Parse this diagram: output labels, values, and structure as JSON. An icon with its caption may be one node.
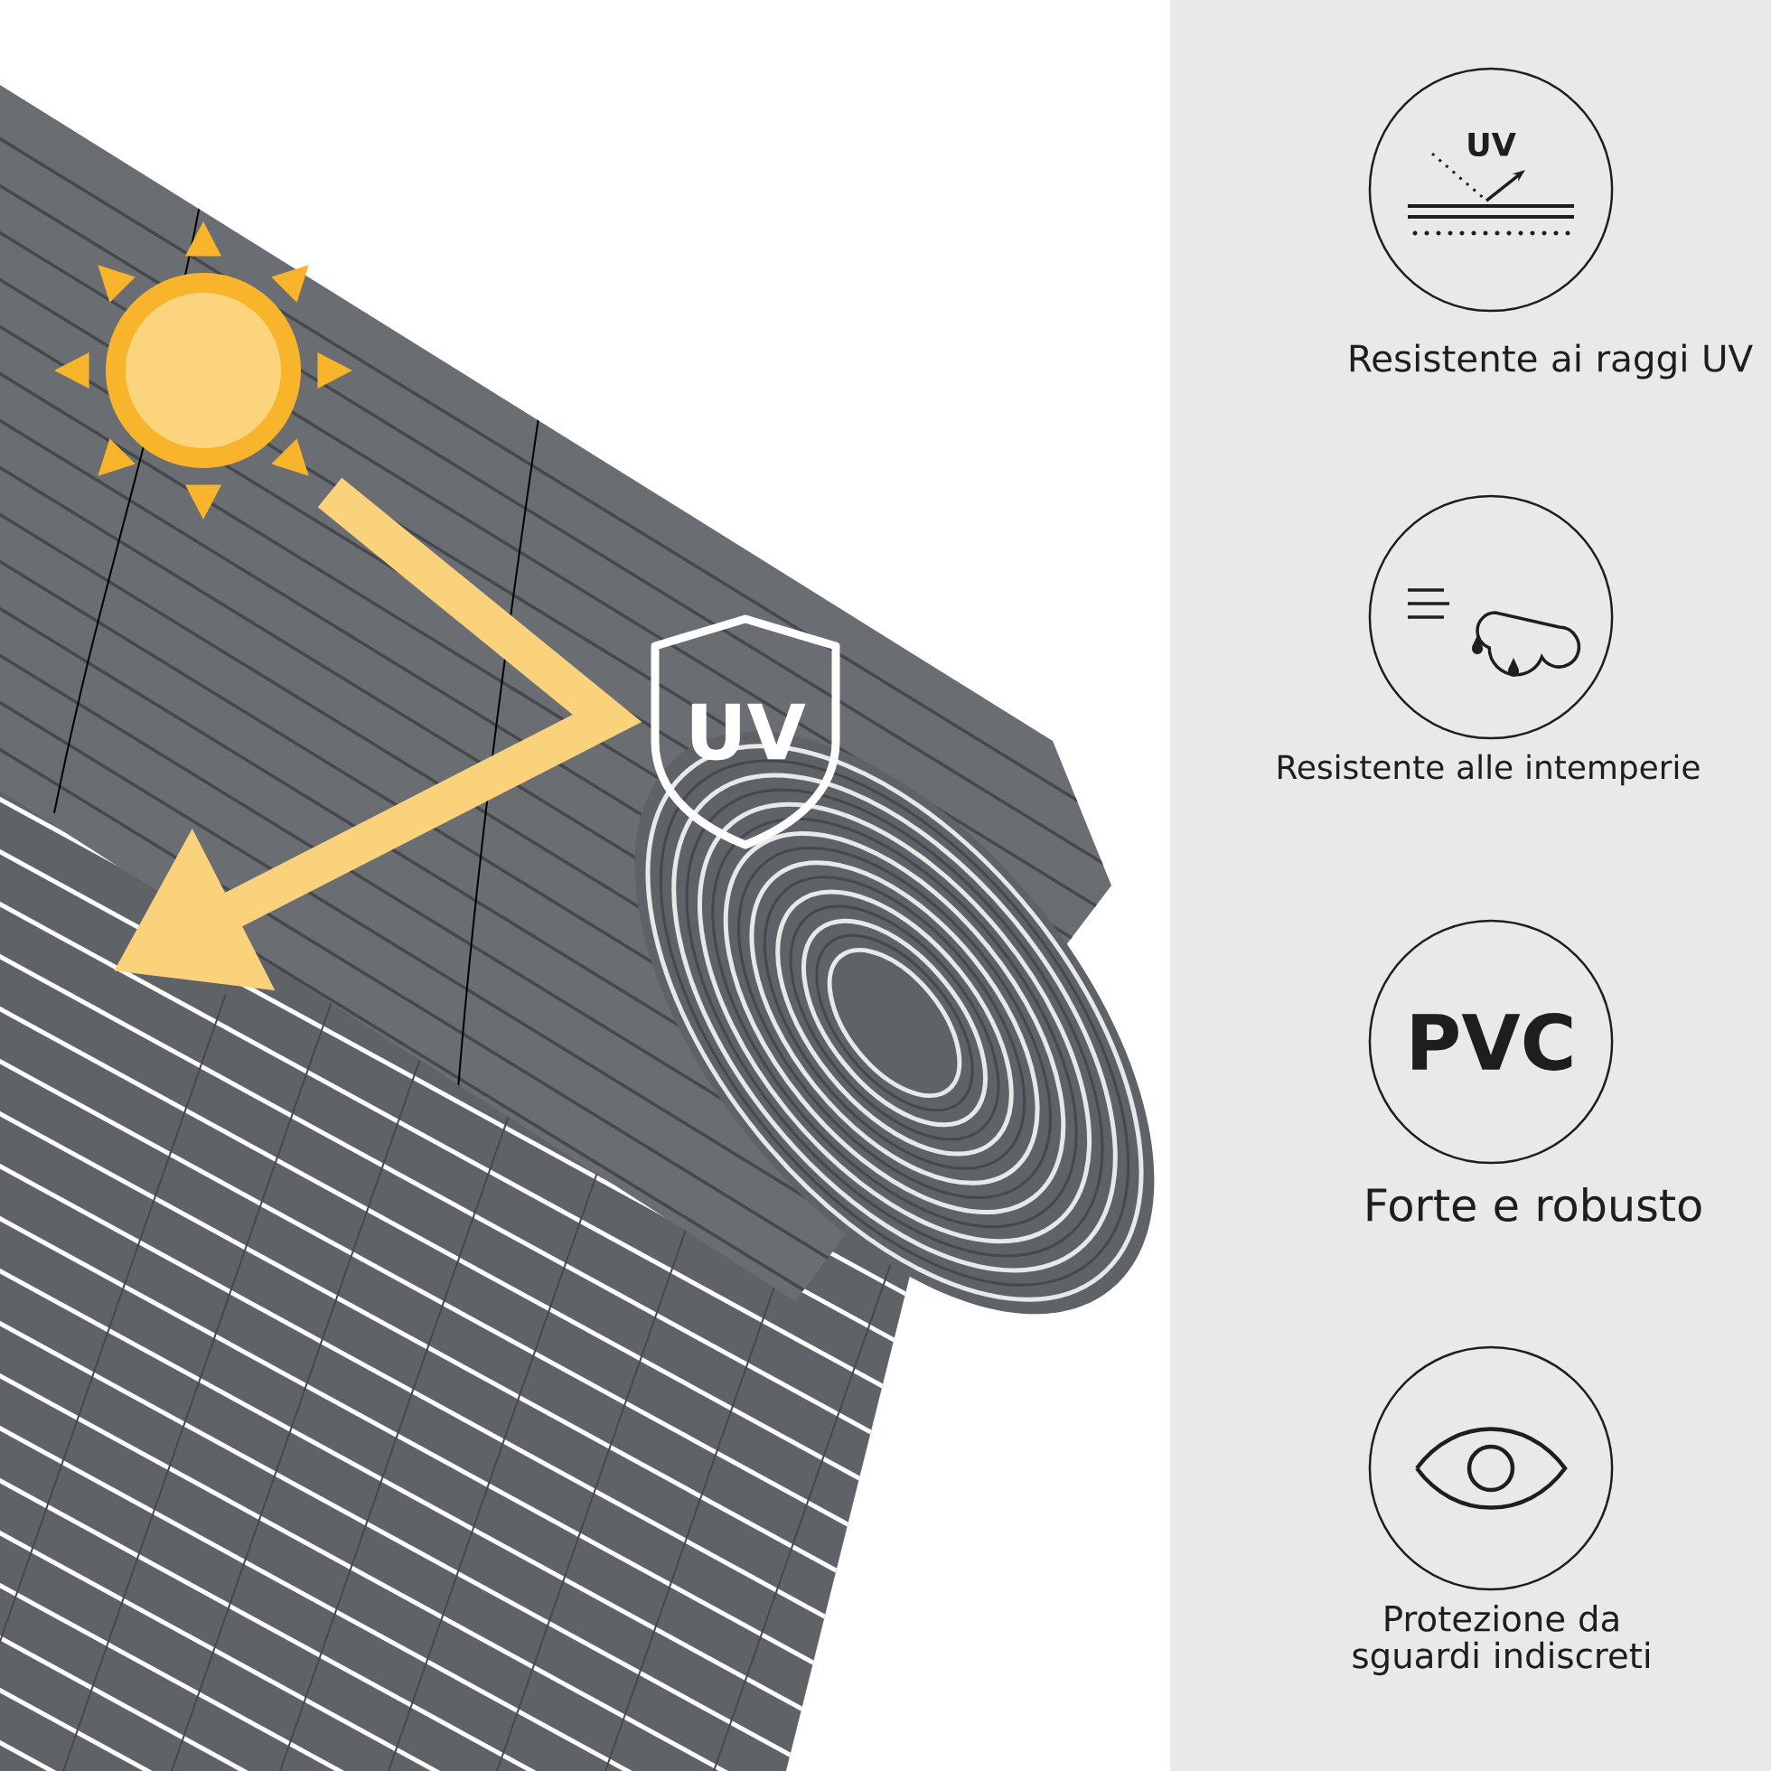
{
  "diagram": {
    "nodes": [
      {
        "text": [
          "UV"
        ]
      },
      {
        "text": [
          "UV"
        ],
        "beside": [
          "Resistente ai raggi UV"
        ]
      },
      {
        "text": [],
        "shape": "circle",
        "beside": [
          "Resistente alle intemperie"
        ]
      },
      {
        "text": [
          "PVC"
        ],
        "beside": [
          "Forte e robusto"
        ]
      },
      {
        "text": [],
        "shape": "circle",
        "beside": [
          "Protezione da sguardi indiscreti"
        ]
      }
    ]
  }
}
